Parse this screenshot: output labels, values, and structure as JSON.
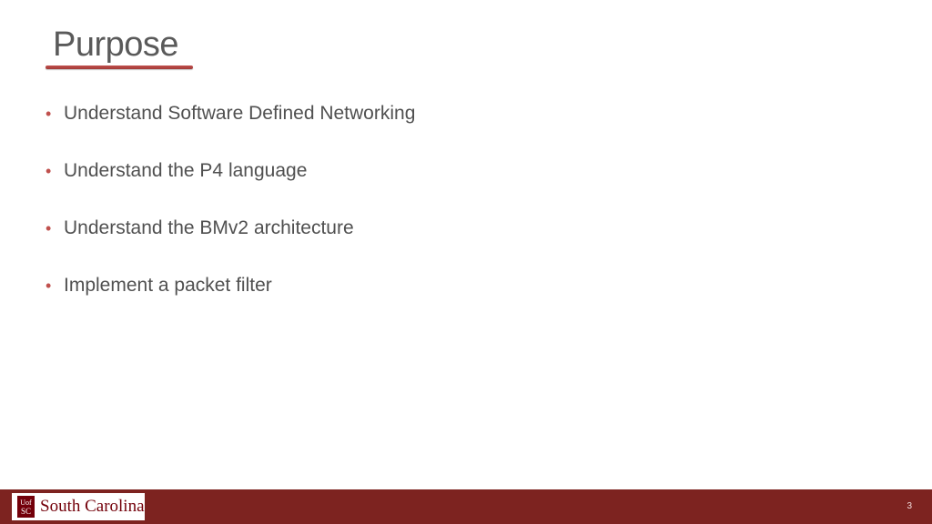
{
  "slide": {
    "title": "Purpose",
    "bullets": [
      "Understand Software Defined Networking",
      "Understand the P4 language",
      "Understand the BMv2 architecture",
      "Implement a packet filter"
    ],
    "bullet_glyph": "•"
  },
  "footer": {
    "logo_seal_text": "UofSC",
    "logo_text": "South Carolina",
    "page_number": "3"
  },
  "colors": {
    "accent": "#c0504d",
    "footer_bar": "#7d2320",
    "title_text": "#5a5a5a",
    "body_text": "#505050"
  }
}
